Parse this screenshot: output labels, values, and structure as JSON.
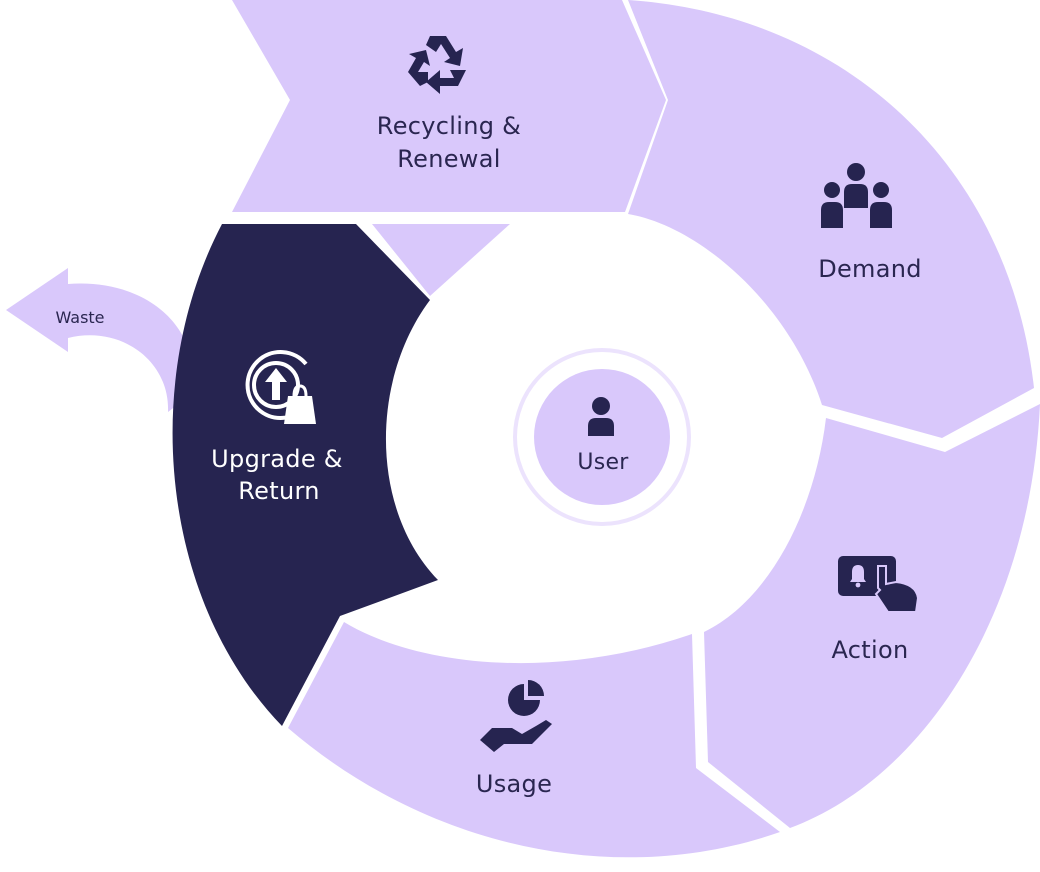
{
  "diagram": {
    "center": {
      "label": "User",
      "icon": "user-icon"
    },
    "stages": [
      {
        "id": "recycling",
        "lines": [
          "Recycling &",
          "Renewal"
        ],
        "icon": "recycle-icon",
        "highlighted": false
      },
      {
        "id": "demand",
        "lines": [
          "Demand"
        ],
        "icon": "people-group-icon",
        "highlighted": false
      },
      {
        "id": "action",
        "lines": [
          "Action"
        ],
        "icon": "tap-screen-icon",
        "highlighted": false
      },
      {
        "id": "usage",
        "lines": [
          "Usage"
        ],
        "icon": "hand-chart-icon",
        "highlighted": false
      },
      {
        "id": "upgrade",
        "lines": [
          "Upgrade &",
          "Return"
        ],
        "icon": "upgrade-bag-icon",
        "highlighted": true
      }
    ],
    "exit_arrow": {
      "label": "Waste",
      "icon": "curved-arrow-icon"
    }
  },
  "colors": {
    "segment": "#d9c8fb",
    "highlight": "#262450",
    "text_dark": "#2a2650",
    "text_light": "#ffffff",
    "background": "#ffffff"
  }
}
